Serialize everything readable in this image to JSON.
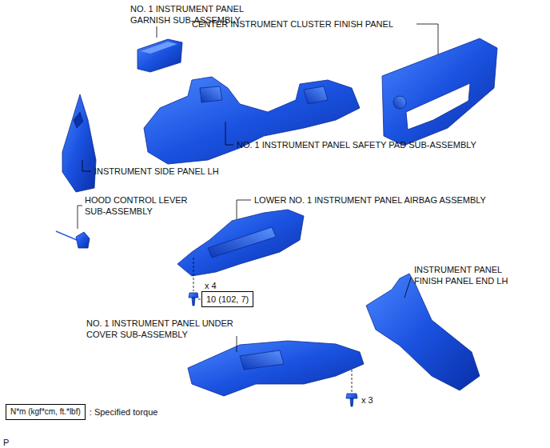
{
  "diagram": {
    "nodes": [
      {
        "text": [
          "10 (102, 7)"
        ]
      },
      {
        "text": [
          "N*m (kgf*cm, ft.*lbf)"
        ]
      }
    ],
    "labels": [
      "NO. 1 INSTRUMENT PANEL GARNISH SUB-ASSEMBLY",
      "CENTER INSTRUMENT CLUSTER FINISH PANEL",
      "NO. 1 INSTRUMENT PANEL SAFETY PAD SUB-ASSEMBLY",
      "INSTRUMENT SIDE PANEL LH",
      "HOOD CONTROL LEVER SUB-ASSEMBLY",
      "LOWER NO. 1 INSTRUMENT PANEL AIRBAG ASSEMBLY",
      "x 4",
      "INSTRUMENT PANEL FINISH PANEL END LH",
      "NO. 1 INSTRUMENT PANEL UNDER COVER SUB-ASSEMBLY",
      "x 3",
      ": Specified torque",
      "P"
    ]
  }
}
